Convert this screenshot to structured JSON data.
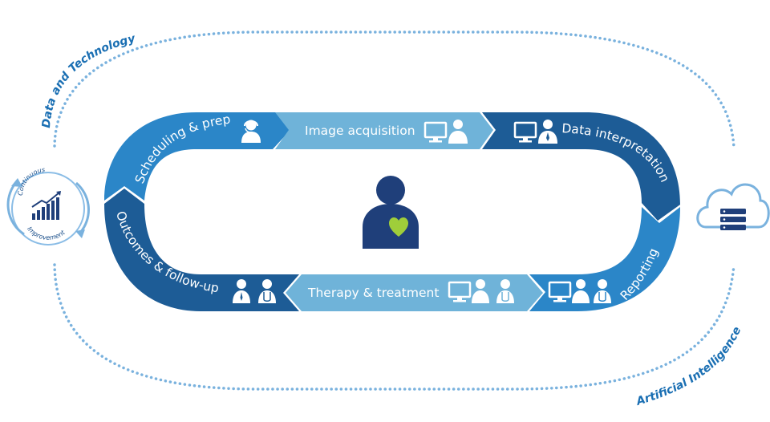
{
  "outer_ring": {
    "top_label": "Data and Technology",
    "bottom_label": "Artificial Intelligence"
  },
  "stages": {
    "scheduling": "Scheduling & prep",
    "image_acquisition": "Image acquisition",
    "data_interpretation": "Data interpretation",
    "reporting": "Reporting",
    "therapy": "Therapy & treatment",
    "outcomes": "Outcomes & follow-up"
  },
  "continuous_improvement": {
    "line1": "Continuous",
    "line2": "Improvement"
  },
  "colors": {
    "dark_blue": "#1d5c96",
    "mid_blue": "#2b86c8",
    "light_blue": "#6fb3d9",
    "navy": "#1f3f7a",
    "heart_green": "#9fce3a",
    "outer_dots": "#7ab2de",
    "text_blue": "#1a6fb3"
  }
}
